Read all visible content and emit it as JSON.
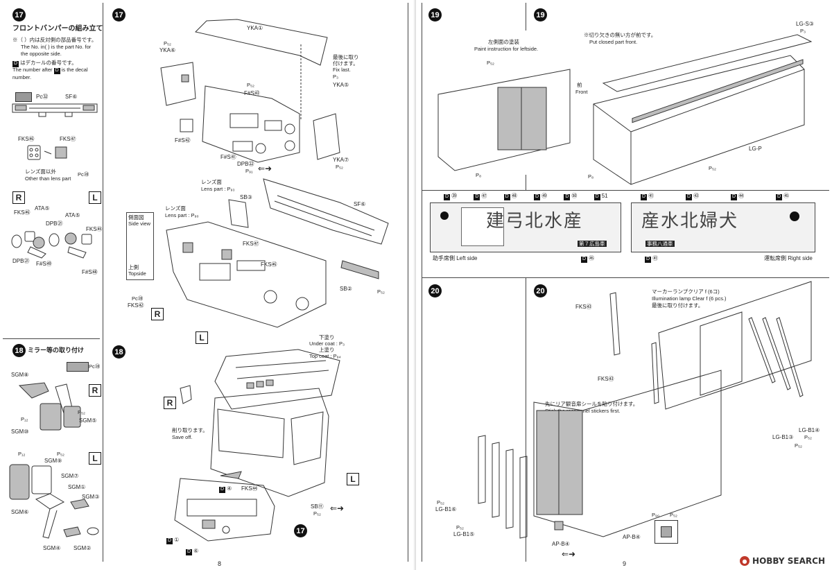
{
  "left_page": {
    "page_number": "8",
    "step17_left": {
      "number": "17",
      "title": "フロントバンパーの組み立て",
      "note_jp": "※（ ）内は反対側の部品番号です。",
      "note_en_1": "The No. in(   ) is the part No. for",
      "note_en_2": "the opposite side.",
      "decal_jp": "はデカールの番号です。",
      "decal_en_1": "The number after",
      "decal_en_2": "is the decal",
      "decal_en_3": "number.",
      "decal_letter": "D",
      "sf6": "SF⑥",
      "pc2": "Pc㉜",
      "fks46": "FKS㊻",
      "fks47": "FKS㊼",
      "lens_jp": "レンズ面以外",
      "lens_en": "Other than lens part",
      "pc28": "Pc㉘",
      "ata5a": "ATA⑤",
      "ata5b": "ATA⑤",
      "dpb21a": "DPB㉑",
      "dpb21b": "DPB㉑",
      "fs62": "F#S㊾",
      "fs61": "F#S㊽",
      "fks46b": "FKS㊻",
      "fks45": "FKS㊺"
    },
    "step18_left": {
      "number": "18",
      "title": "ミラー等の取り付け",
      "pc28": "Pc㉘",
      "sgm8": "SGM⑧",
      "sgm10": "SGM⑩",
      "sgm5": "SGM⑤",
      "sgm9": "SGM⑨",
      "sgm7": "SGM⑦",
      "sgm1": "SGM①",
      "sgm3": "SGM③",
      "sgm6": "SGM⑥",
      "sgm4": "SGM④",
      "sgm2": "SGM②",
      "ph12a": "P₁₂",
      "ph52": "P₅₂",
      "ph12b": "P₁₂",
      "ph52b": "P₅₂"
    },
    "step17_main": {
      "number": "17",
      "yka1": "YKA①",
      "yka6": "YKA⑥",
      "yka5": "YKA⑤",
      "yka7": "YKA⑦",
      "fs53": "F#S㊸",
      "fs52": "F#S㊷",
      "fs51": "F#S㊶",
      "dpb22": "DPB㉒",
      "last_jp_1": "最後に取り",
      "last_jp_2": "付けます。",
      "last_en": "Fix last.",
      "lens_jp": "レンズ面",
      "lens_en": "Lens part :",
      "lens2_jp": "レンズ面",
      "lens2_en": "Lens part :",
      "sb3": "SB③",
      "sf6": "SF⑥",
      "fks47": "FKS㊼",
      "fks46": "FKS㊻",
      "sb2": "SB②",
      "side_jp": "側面図",
      "side_en": "Side view",
      "top_jp": "上側",
      "top_en": "Topside",
      "fks42": "FKS㊷",
      "pc28": "Pc㉘",
      "ph52": "P₅₂",
      "ph91": "P₉₁",
      "ph93": "P₉₃",
      "ph90": "P₉₀",
      "ph3": "P₃"
    },
    "step18_main": {
      "number": "18",
      "under_jp": "下塗り",
      "under_en": "Under coat :",
      "top_jp": "上塗り",
      "top_en": "Top coat :",
      "save_jp": "削り取ります。",
      "save_en": "Save off.",
      "d4": "④",
      "fks44": "FKS㊹",
      "sb11": "SB⑪",
      "d1": "①",
      "d6": "⑥",
      "step17_ref": "17",
      "ph3": "P₃",
      "ph94": "P₉₄"
    },
    "rl": {
      "R": "R",
      "L": "L"
    }
  },
  "right_page": {
    "page_number": "9",
    "step19_left": {
      "number": "19",
      "paint_jp": "左側面の塗装",
      "paint_en": "Paint instruction for leftside.",
      "ph52": "P₅₂",
      "ph8": "P₈"
    },
    "step19_right": {
      "number": "19",
      "closed_jp": "※切り欠きの無い方が前です。",
      "closed_en": "Put closed part front.",
      "front_jp": "前",
      "front_en": "Front",
      "lgs3": "LG-S③",
      "ph3": "P₃",
      "lgp": "LG-P",
      "ph8": "P₈",
      "ph52": "P₅₂"
    },
    "decals": {
      "left_labels": [
        "㊴",
        "㊼",
        "㊽",
        "㊾",
        "㊿",
        "51"
      ],
      "right_labels": [
        "㊶",
        "㊸",
        "㊹",
        "㊺"
      ],
      "left_caption": "助手席側 Left side",
      "right_caption": "運転席側 Right side",
      "d45": "㊺",
      "d41": "㊶",
      "left_chars": "建弓北水産",
      "right_chars": "産水北婦犬",
      "left_tag": "第７広島車",
      "right_tag": "事務八通車"
    },
    "step20_left": {
      "number": "20",
      "rear_jp": "先にリア観音扉シールを貼り付けます。",
      "rear_en": "Stick the rear panel stickers first.",
      "lgb1_6": "LG-B1⑥",
      "lgb1_5": "LG-B1⑤",
      "apb4": "AP-B④",
      "ph52a": "P₅₂",
      "ph52b": "P₅₂"
    },
    "step20_right": {
      "number": "20",
      "marker_jp": "マーカーランプクリア f (6コ)",
      "marker_en_1": "Illumination lamp Clear f (6 pcs.)",
      "marker_jp2": "最後に取り付けます。",
      "fks43a": "FKS㊸",
      "fks43b": "FKS㊸",
      "lgb1_4": "LG-B1④",
      "lgb1_3": "LG-B1③",
      "ph52": "P₅₂",
      "apb4": "AP-B④",
      "ph90": "P₉₀",
      "ph52b": "P₅₂"
    },
    "logo": "HOBBY SEARCH"
  }
}
